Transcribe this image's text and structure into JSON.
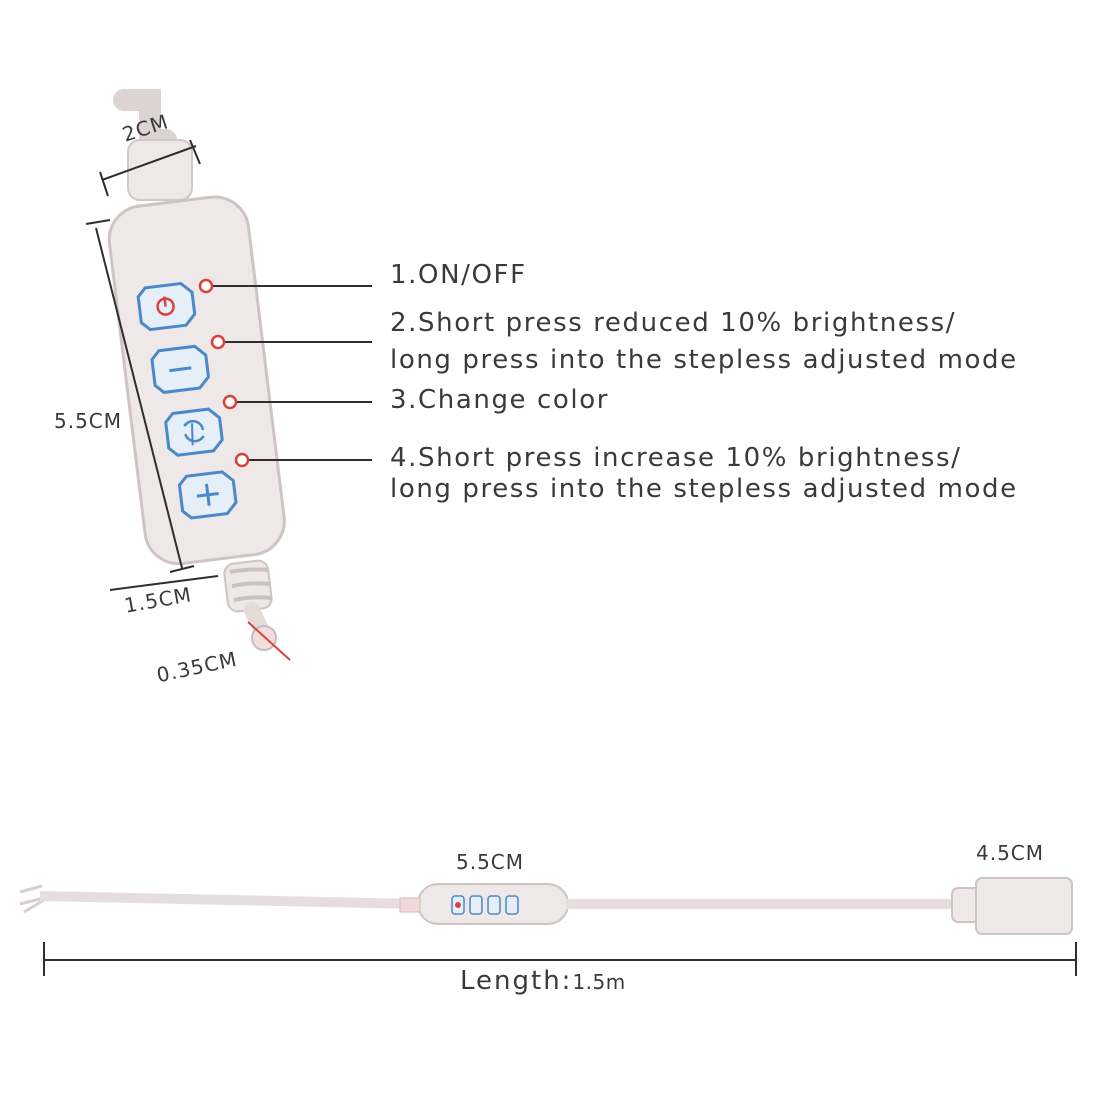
{
  "dimensions": {
    "width_top": "2CM",
    "height": "5.5CM",
    "width_bottom": "1.5CM",
    "cable": "0.35CM",
    "controller_length": "5.5CM",
    "plug_length": "4.5CM"
  },
  "labels": {
    "on_off": "1.ON/OFF",
    "minus_line1": "2.Short press reduced 10% brightness/",
    "minus_line2": "long press into the stepless adjusted mode",
    "color": "3.Change color",
    "plus_line1": "4.Short press increase 10% brightness/",
    "plus_line2": "long press into the stepless adjusted mode"
  },
  "length": {
    "label": "Length:",
    "value": "1.5m"
  },
  "colors": {
    "body": "#efe8e8",
    "outline": "#cfc4c4",
    "button_blue": "#4a88c9",
    "button_fill": "#e6eef8",
    "indicator_red": "#d9423c",
    "line": "#2e2e2e"
  }
}
